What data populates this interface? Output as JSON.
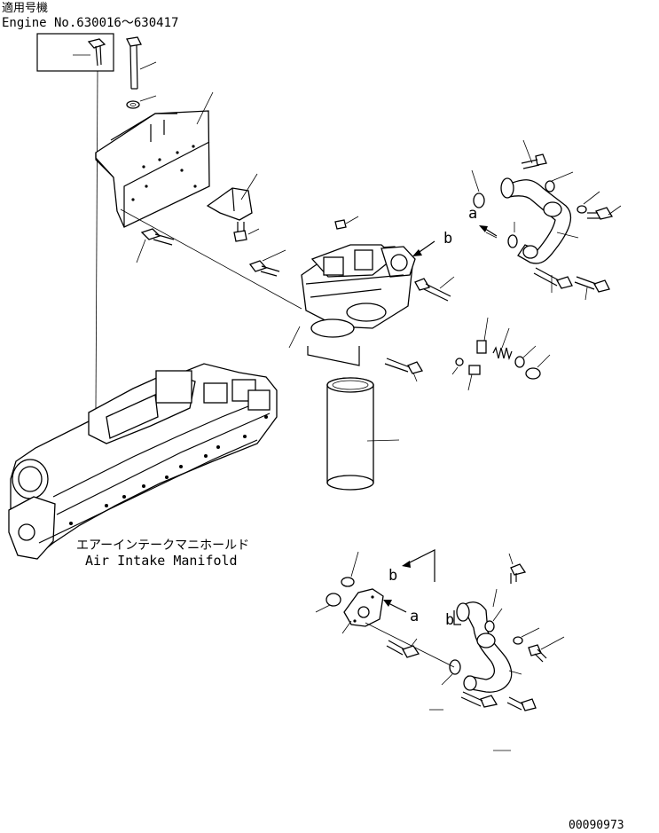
{
  "header": {
    "applicable_label": "適用号機",
    "engine_serial": "Engine No.630016～630417"
  },
  "callouts": {
    "a_upper": "a",
    "b_upper": "b",
    "a_lower": "a",
    "b_lower": "b"
  },
  "manifold_label": {
    "japanese": "エアーインテークマニホールド",
    "english": "Air Intake Manifold"
  },
  "figure_number": "00090973"
}
